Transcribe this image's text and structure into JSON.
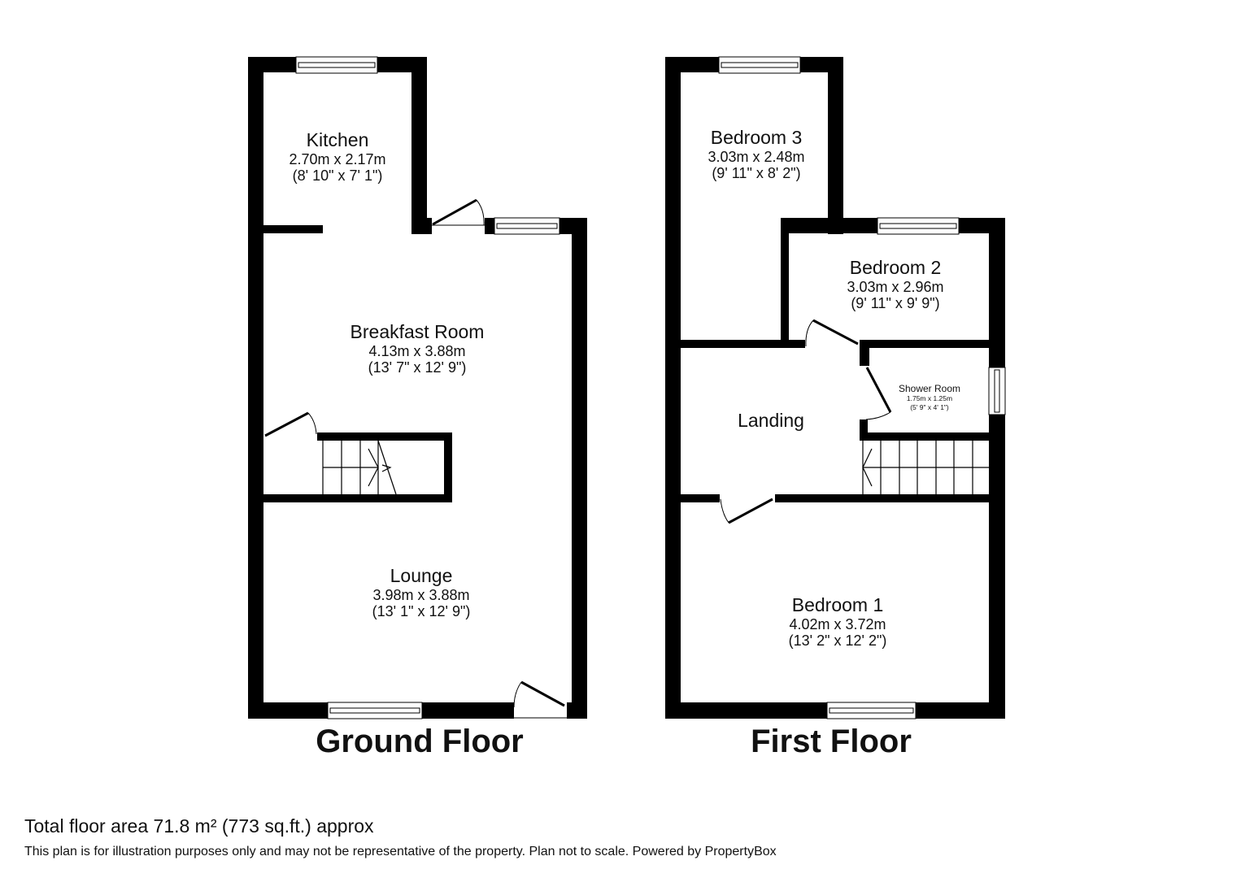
{
  "ground_floor": {
    "title": "Ground Floor",
    "rooms": [
      {
        "name": "Kitchen",
        "metric": "2.70m x 2.17m",
        "imperial": "(8' 10\" x 7' 1\")"
      },
      {
        "name": "Breakfast Room",
        "metric": "4.13m x 3.88m",
        "imperial": "(13' 7\" x 12' 9\")"
      },
      {
        "name": "Lounge",
        "metric": "3.98m x 3.88m",
        "imperial": "(13' 1\" x 12' 9\")"
      }
    ]
  },
  "first_floor": {
    "title": "First Floor",
    "rooms": [
      {
        "name": "Bedroom 3",
        "metric": "3.03m x 2.48m",
        "imperial": "(9' 11\" x 8' 2\")"
      },
      {
        "name": "Bedroom 2",
        "metric": "3.03m x 2.96m",
        "imperial": "(9' 11\" x 9' 9\")"
      },
      {
        "name": "Landing"
      },
      {
        "name": "Shower Room",
        "metric": "1.75m x 1.25m",
        "imperial": "(5' 9\" x 4' 1\")"
      },
      {
        "name": "Bedroom 1",
        "metric": "4.02m x 3.72m",
        "imperial": "(13' 2\" x 12' 2\")"
      }
    ]
  },
  "footer": {
    "total_area": "Total floor area 71.8 m² (773 sq.ft.) approx",
    "disclaimer": "This plan is for illustration purposes only and may not be representative of the property. Plan not to scale. Powered by PropertyBox"
  },
  "colors": {
    "wall": "#000000",
    "background": "#ffffff",
    "text": "#111111"
  }
}
